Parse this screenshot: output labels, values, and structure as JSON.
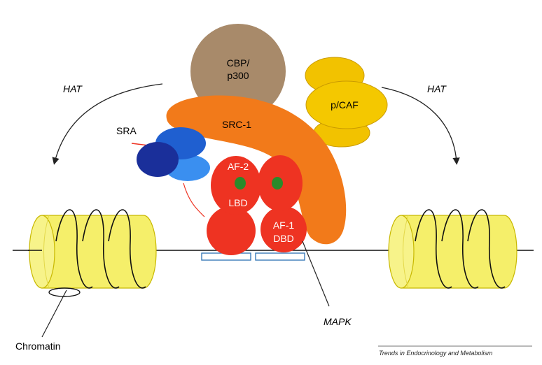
{
  "labels": {
    "cbp_line1": "CBP/",
    "cbp_line2": "p300",
    "pcaf": "p/CAF",
    "src1": "SRC-1",
    "sra": "SRA",
    "hat_left": "HAT",
    "hat_right": "HAT",
    "af2": "AF-2",
    "lbd": "LBD",
    "af1": "AF-1",
    "dbd": "DBD",
    "mapk": "MAPK",
    "chromatin": "Chromatin",
    "credit": "Trends in Endocrinology and Metabolism"
  },
  "colors": {
    "cbp": "#a88a6a",
    "pcaf": "#f2c200",
    "src1": "#f27a1a",
    "receptor": "#ee3322",
    "receptor_spot": "#2a8a2a",
    "sra_dark": "#1a2f9a",
    "sra_mid": "#1f5fd0",
    "sra_light": "#3a8ff0",
    "nucleosome": "#f5ef6a",
    "nucleosome_edge": "#c8b800",
    "dna": "#111111",
    "response_element": "#3a7ab8"
  }
}
